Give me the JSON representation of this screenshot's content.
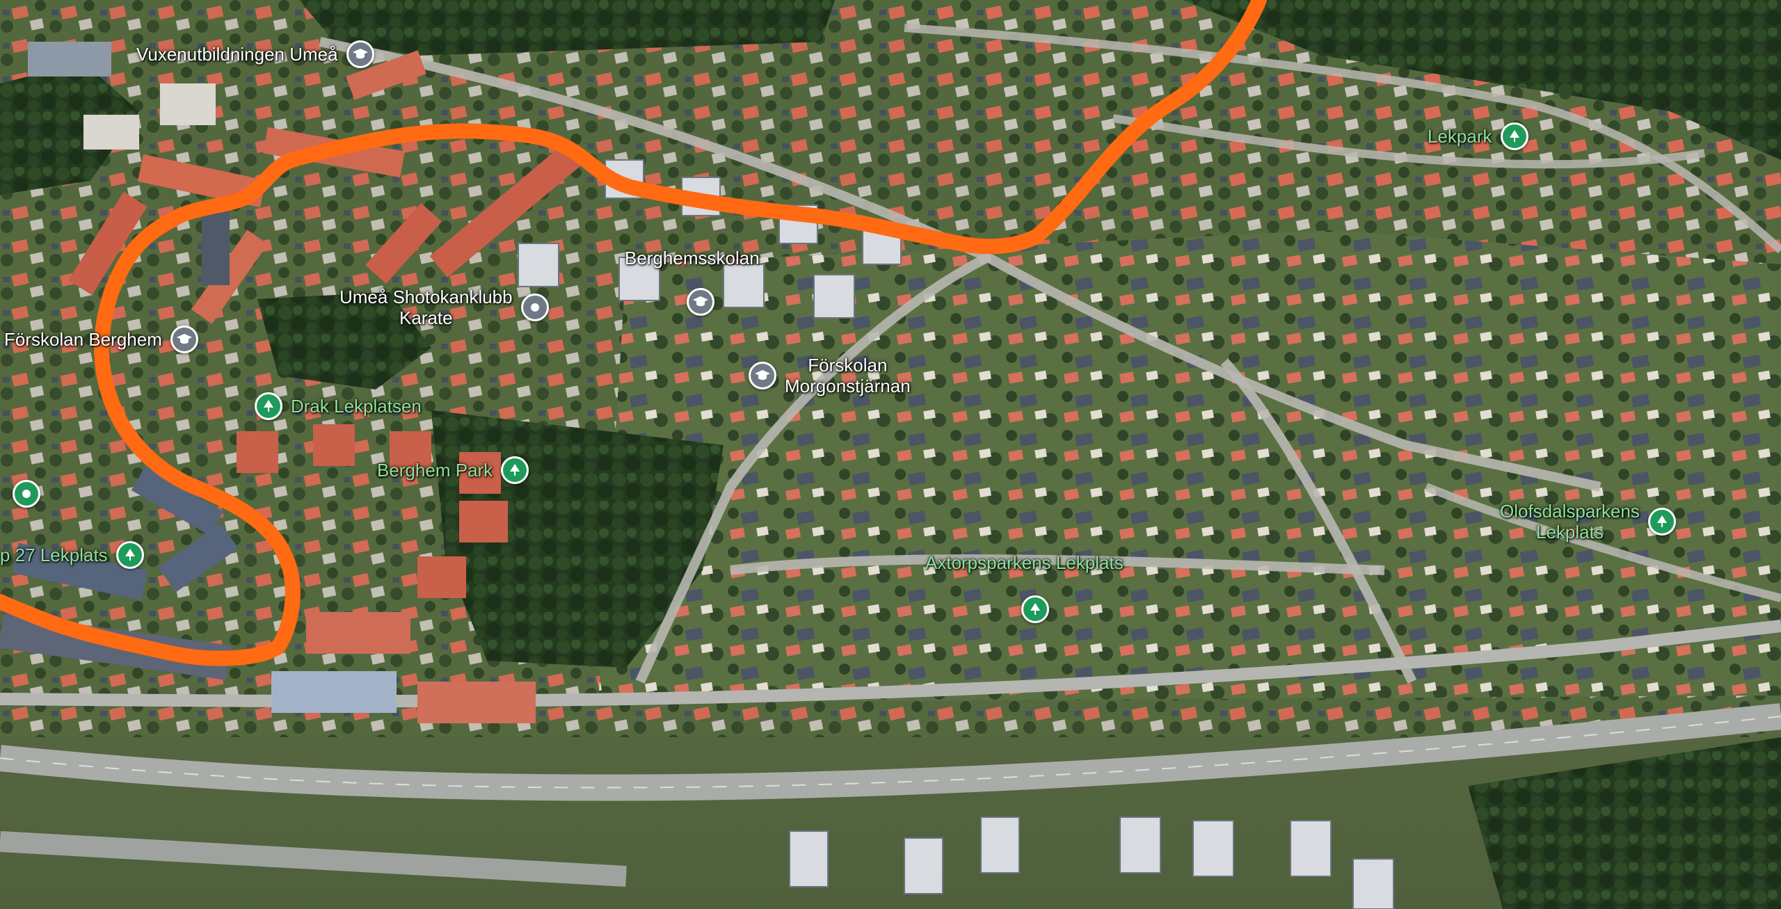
{
  "map": {
    "view": "3D aerial satellite view",
    "colors": {
      "boundary_line": "#ff6a13",
      "school_pin": "#6f7a86",
      "park_pin": "#1e9b5a",
      "label_white": "#ffffff",
      "label_green": "#8ee39a"
    },
    "pois": [
      {
        "id": "vuxenutbildningen",
        "label": "Vuxenutbildningen Umeå",
        "type": "school",
        "icon": "graduation-cap-icon"
      },
      {
        "id": "berghemsskolan",
        "label": "Berghemsskolan",
        "type": "school",
        "icon": "graduation-cap-icon"
      },
      {
        "id": "shotokan",
        "label": "Umeå Shotokanklubb\nKarate",
        "type": "place",
        "icon": "map-pin-icon"
      },
      {
        "id": "forskolan-berghem",
        "label": "Förskolan Berghem",
        "type": "school",
        "icon": "graduation-cap-icon"
      },
      {
        "id": "forskolan-morgonstjarnan",
        "label": "Förskolan\nMorgonstjärnan",
        "type": "school",
        "icon": "graduation-cap-icon"
      },
      {
        "id": "drak-lekplatsen",
        "label": "Drak Lekplatsen",
        "type": "park",
        "icon": "tree-icon"
      },
      {
        "id": "berghem-park",
        "label": "Berghem Park",
        "type": "park",
        "icon": "tree-icon"
      },
      {
        "id": "lekpark",
        "label": "Lekpark",
        "type": "park",
        "icon": "tree-icon"
      },
      {
        "id": "olofsdalsparkens",
        "label": "Olofsdalsparkens\nLekplats",
        "type": "park",
        "icon": "tree-icon"
      },
      {
        "id": "axtorpsparkens",
        "label": "Axtorpsparkens Lekplats",
        "type": "park",
        "icon": "tree-icon"
      },
      {
        "id": "p27-lekplats",
        "label": "p 27 Lekplats",
        "type": "park",
        "icon": "tree-icon"
      },
      {
        "id": "left-edge-pin",
        "label": "",
        "type": "park",
        "icon": "map-pin-icon"
      }
    ]
  }
}
